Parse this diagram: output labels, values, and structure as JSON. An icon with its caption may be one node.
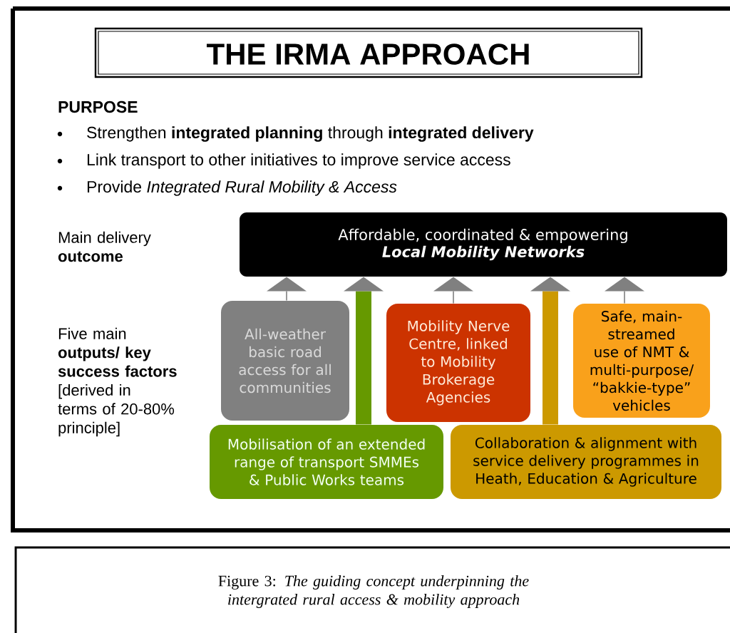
{
  "diagram": {
    "title": "THE IRMA APPROACH",
    "caption": "Figure 3: *The guiding concept underpinning the intergrated rural access & mobility approach*",
    "nodes": [
      {
        "text": [
          "Affordable, coordinated & empowering",
          "Local Mobility Networks"
        ]
      },
      {
        "text": [
          "All-weather basic road access for all communities"
        ]
      },
      {
        "text": [
          "Mobility Nerve Centre, linked to Mobility Brokerage Agencies"
        ]
      },
      {
        "text": [
          "Safe, main-streamed use of NMT & multi-purpose/ “bakkie-type” vehicles"
        ]
      },
      {
        "text": [
          "Mobilisation of an extended range of transport SMMEs & Public Works teams"
        ]
      },
      {
        "text": [
          "Collaboration & alignment with service delivery programmes in Heath, Education & Agriculture"
        ]
      }
    ],
    "edges": [
      {
        "from": 1,
        "to": 0,
        "arrow": "to"
      },
      {
        "from": 4,
        "to": 0,
        "arrow": "to",
        "style": "thick",
        "color": "#669900"
      },
      {
        "from": 2,
        "to": 0,
        "arrow": "to"
      },
      {
        "from": 5,
        "to": 0,
        "arrow": "to",
        "style": "thick",
        "color": "#cc9900"
      },
      {
        "from": 3,
        "to": 0,
        "arrow": "to"
      }
    ],
    "labels": [
      "PURPOSE",
      "Strengthen **integrated planning** through **integrated delivery**",
      "Link transport to other initiatives to improve service access",
      "Provide *Integrated Rural Mobility & Access*",
      "Main delivery **outcome**",
      "Five main **outputs/ key success factors** [derived in terms of 20-80% principle]"
    ]
  }
}
